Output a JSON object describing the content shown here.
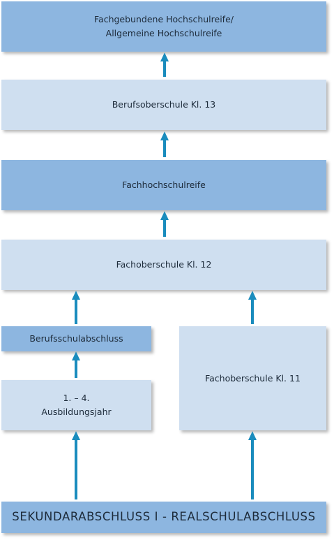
{
  "colors": {
    "dark_box": "#8db6e0",
    "light_box": "#cfdff0",
    "arrow": "#1a8cbd"
  },
  "boxes": {
    "hochschulreife": "Fachgebundene Hochschulreife/\nAllgemeine Hochschulreife",
    "bos13": "Berufsoberschule Kl. 13",
    "fhreife": "Fachhochschulreife",
    "fos12": "Fachoberschule Kl. 12",
    "berufsschulabschluss": "Berufsschulabschluss",
    "ausbildung": "1. – 4.\nAusbildungsjahr",
    "fos11": "Fachoberschule Kl. 11",
    "sekundarabschluss": "SEKUNDARABSCHLUSS I - REALSCHULABSCHLUSS"
  },
  "arrow_icon": "up-arrow-icon"
}
